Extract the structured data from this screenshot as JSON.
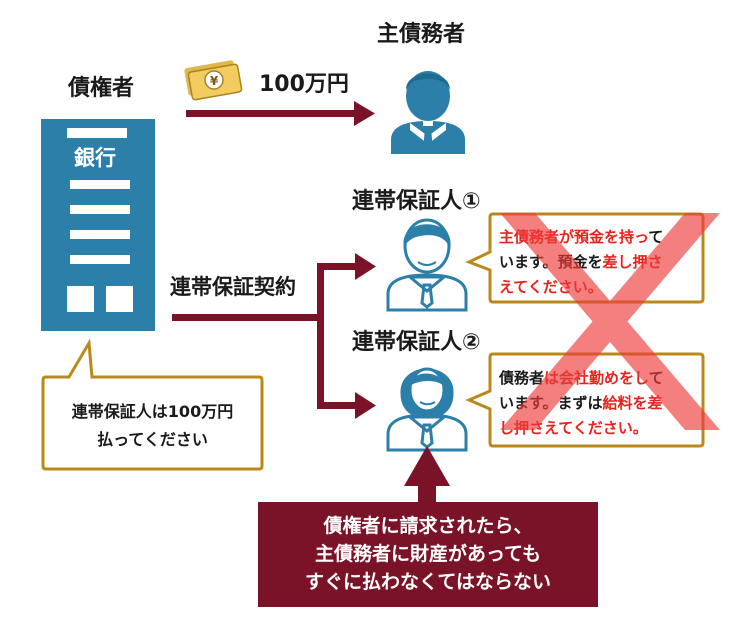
{
  "colors": {
    "bank_blue": "#2C7FA8",
    "arrow_maroon": "#7A1327",
    "bubble_border": "#B98A1B",
    "cross_red": "#EE3B3B",
    "red_text": "#E8231E"
  },
  "labels": {
    "creditor": "債権者",
    "bank": "銀行",
    "principal_debtor": "主債務者",
    "amount": "100万円",
    "guarantor1": "連帯保証人①",
    "guarantor2": "連帯保証人②",
    "contract": "連帯保証契約"
  },
  "bank_bubble": {
    "line1": "連帯保証人は100万円",
    "line2": "払ってください"
  },
  "bubble1": {
    "l1_red": "主債務者が預金を持っ",
    "l1_black": "て",
    "l2_a": "います。預金を",
    "l2_red": "差し押さ",
    "l3_red": "えてください。"
  },
  "bubble2": {
    "l1_a": "債務者",
    "l1_red": "は会社勤めをし",
    "l1_b": "て",
    "l2_a": "います。まずは",
    "l2_red": "給料を差",
    "l3_red": "し押さえてください。"
  },
  "callout": {
    "line1": "債権者に請求されたら、",
    "line2": "主債務者に財産があっても",
    "line3": "すぐに払わなくてはならない"
  },
  "icons": {
    "money": "yen-banknote-icon",
    "bank": "bank-building-icon",
    "person": "businessman-icon",
    "cross": "cross-mark-icon"
  }
}
